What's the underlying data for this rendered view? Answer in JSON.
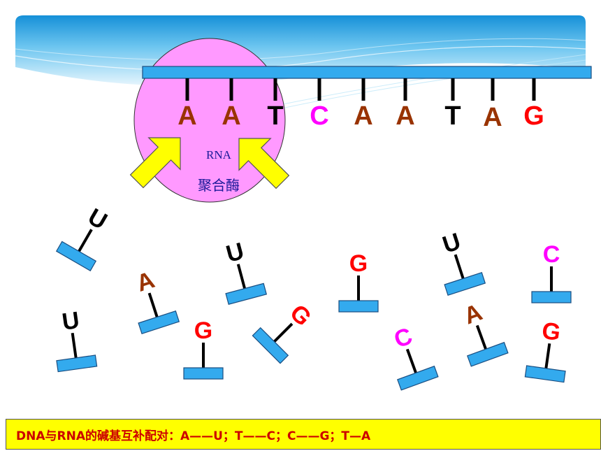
{
  "template_strand": [
    "A",
    "A",
    "T",
    "C",
    "A",
    "A",
    "T",
    "A",
    "G"
  ],
  "template_colors": [
    "#993300",
    "#993300",
    "#000000",
    "#ff00ff",
    "#993300",
    "#993300",
    "#000000",
    "#993300",
    "#ff0000"
  ],
  "enzyme": {
    "line1": "RNA",
    "line2": "聚合酶",
    "fill": "#ff99ff"
  },
  "free_nucleotides": [
    "U",
    "A",
    "U",
    "G",
    "G",
    "U",
    "C",
    "U",
    "G",
    "C",
    "A",
    "G"
  ],
  "nucleotide_colors": {
    "U": "#000000",
    "A": "#993300",
    "G": "#ff0000",
    "C": "#ff00ff"
  },
  "colors": {
    "backbone": "#33aaee",
    "arrow": "#ffff00",
    "caption_bg": "#ffff00",
    "caption_text": "#cc0000"
  },
  "caption": "DNA与RNA的碱基互补配对：A——U；T——C；C——G；T—A"
}
